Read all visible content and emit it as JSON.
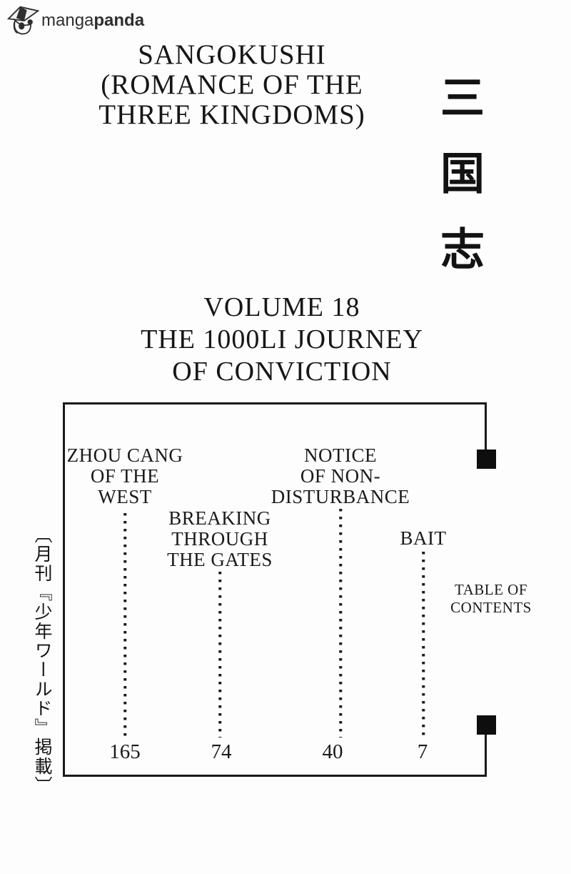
{
  "page": {
    "background": "#fdfdfd",
    "ink": "#1a1a1a"
  },
  "logo": {
    "site_name": "mangapanda",
    "text_light": "manga",
    "text_bold": "panda",
    "icon": "panda-paper-hat-icon",
    "color": "#2e2e2e"
  },
  "header": {
    "title_lines": [
      "SANGOKUSHI",
      "(ROMANCE OF THE",
      "THREE KINGDOMS)"
    ],
    "kanji_title": "三国志"
  },
  "volume": {
    "lines": [
      "VOLUME 18",
      "THE 1000LI JOURNEY",
      "OF CONVICTION"
    ]
  },
  "toc": {
    "label_lines": [
      "TABLE OF",
      "CONTENTS"
    ],
    "side_note": "〔月刊『少年ワールド』掲載〕",
    "entries": [
      {
        "title_lines": [
          "ZHOU CANG",
          "OF THE",
          "WEST"
        ],
        "page": "165"
      },
      {
        "title_lines": [
          "BREAKING",
          "THROUGH",
          "THE GATES"
        ],
        "page": "74"
      },
      {
        "title_lines": [
          "NOTICE",
          "OF NON-",
          "DISTURBANCE"
        ],
        "page": "40"
      },
      {
        "title_lines": [
          "BAIT"
        ],
        "page": "7"
      }
    ]
  }
}
